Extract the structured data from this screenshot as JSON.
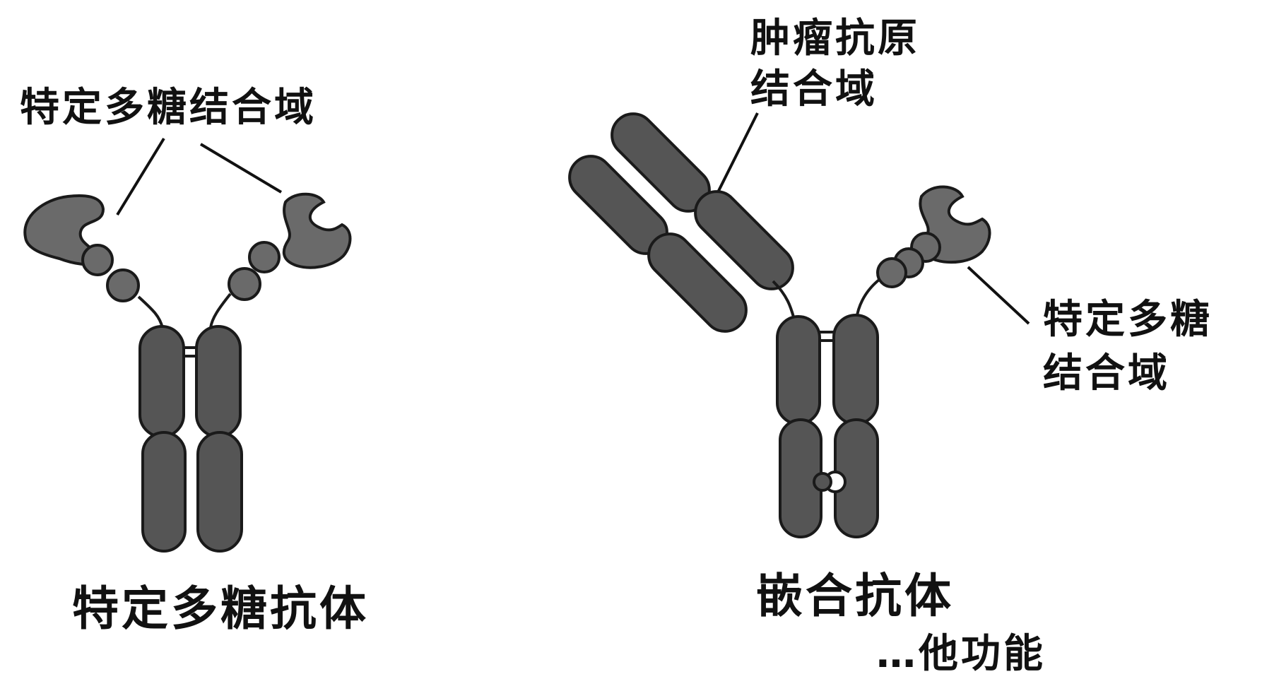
{
  "left_antibody": {
    "domain_label": "特定多糖结合域",
    "caption": "特定多糖抗体"
  },
  "right_antibody": {
    "tumor_label_line1": "肿瘤抗原",
    "tumor_label_line2": "结合域",
    "polysaccharide_label_line1": "特定多糖",
    "polysaccharide_label_line2": "结合域",
    "caption": "嵌合抗体",
    "partial_text": "…他功能"
  },
  "colors": {
    "domain_fill": "#6a6a6a",
    "outline": "#1a1a1a",
    "text": "#111111"
  }
}
